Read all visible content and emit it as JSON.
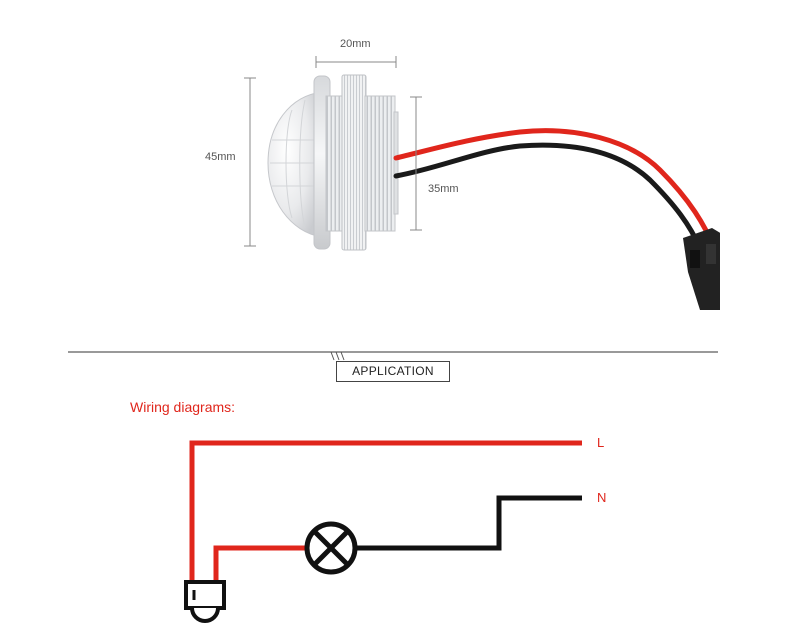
{
  "product": {
    "dimensions": {
      "width": "20mm",
      "height": "45mm",
      "thread_diameter": "35mm"
    }
  },
  "section": {
    "label": "APPLICATION"
  },
  "wiring": {
    "title": "Wiring diagrams:",
    "live_label": "L",
    "neutral_label": "N"
  },
  "colors": {
    "live_wire": "#e0261c",
    "neutral_wire": "#111111",
    "title_text": "#e0261c"
  }
}
